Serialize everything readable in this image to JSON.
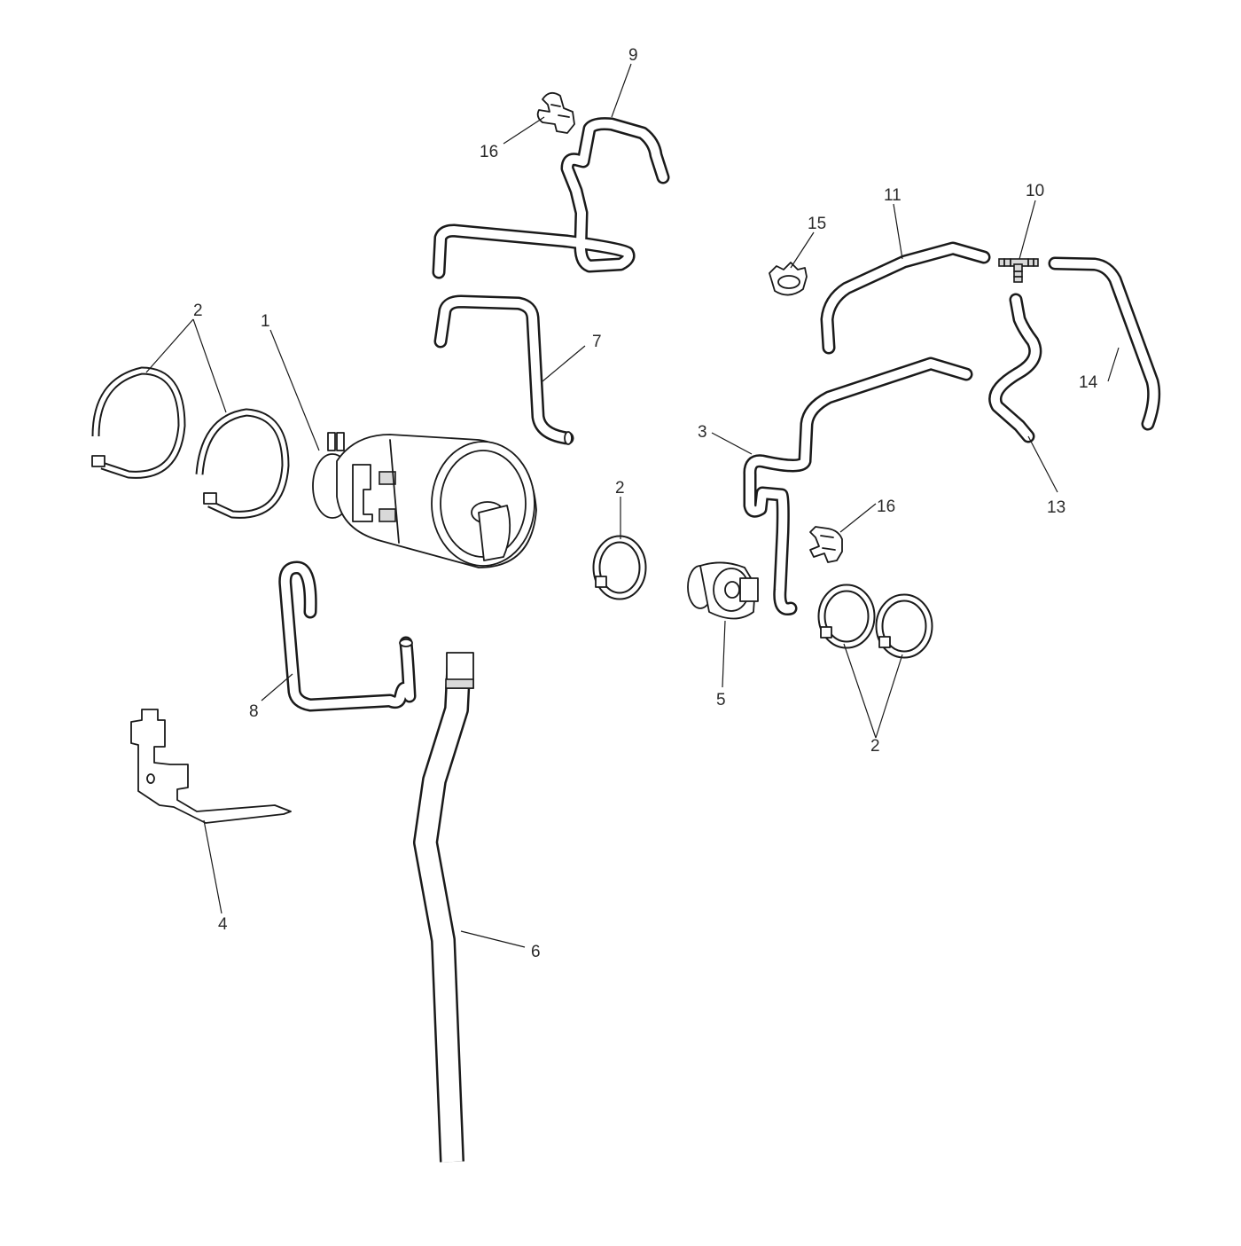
{
  "callouts": [
    {
      "id": "c9",
      "text": "9"
    },
    {
      "id": "c16a",
      "text": "16"
    },
    {
      "id": "c15",
      "text": "15"
    },
    {
      "id": "c11",
      "text": "11"
    },
    {
      "id": "c10",
      "text": "10"
    },
    {
      "id": "c2a",
      "text": "2"
    },
    {
      "id": "c1",
      "text": "1"
    },
    {
      "id": "c7",
      "text": "7"
    },
    {
      "id": "c14",
      "text": "14"
    },
    {
      "id": "c3",
      "text": "3"
    },
    {
      "id": "c2b",
      "text": "2"
    },
    {
      "id": "c16b",
      "text": "16"
    },
    {
      "id": "c13",
      "text": "13"
    },
    {
      "id": "c8",
      "text": "8"
    },
    {
      "id": "c5",
      "text": "5"
    },
    {
      "id": "c2c",
      "text": "2"
    },
    {
      "id": "c4",
      "text": "4"
    },
    {
      "id": "c6",
      "text": "6"
    }
  ]
}
